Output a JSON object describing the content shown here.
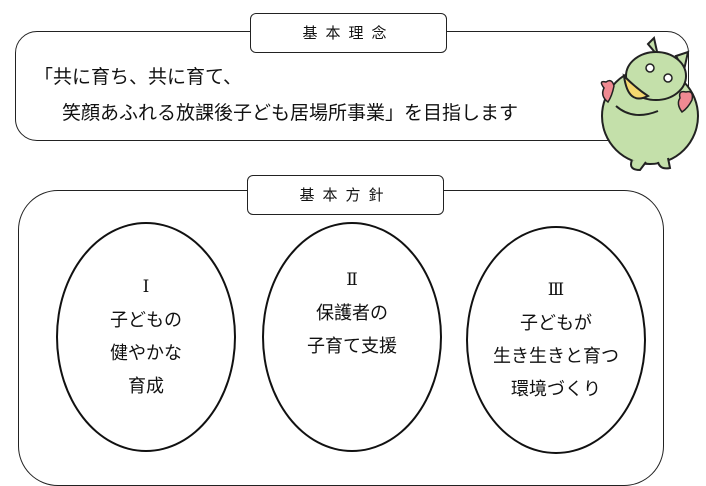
{
  "philosophy": {
    "label": "基本理念",
    "line1": "「共に育ち、共に育て、",
    "line2": "笑顔あふれる放課後子ども居場所事業」を目指します"
  },
  "policy": {
    "label": "基本方針",
    "items": [
      {
        "numeral": "Ⅰ",
        "lines": [
          "子どもの",
          "健やかな",
          "育成"
        ]
      },
      {
        "numeral": "Ⅱ",
        "lines": [
          "保護者の",
          "子育て支援"
        ]
      },
      {
        "numeral": "Ⅲ",
        "lines": [
          "子どもが",
          "生き生きと育つ",
          "環境づくり"
        ]
      }
    ]
  },
  "colors": {
    "mascot_body": "#c4e0aa",
    "mascot_horn": "#f5d970",
    "mascot_heart": "#f08a92"
  }
}
